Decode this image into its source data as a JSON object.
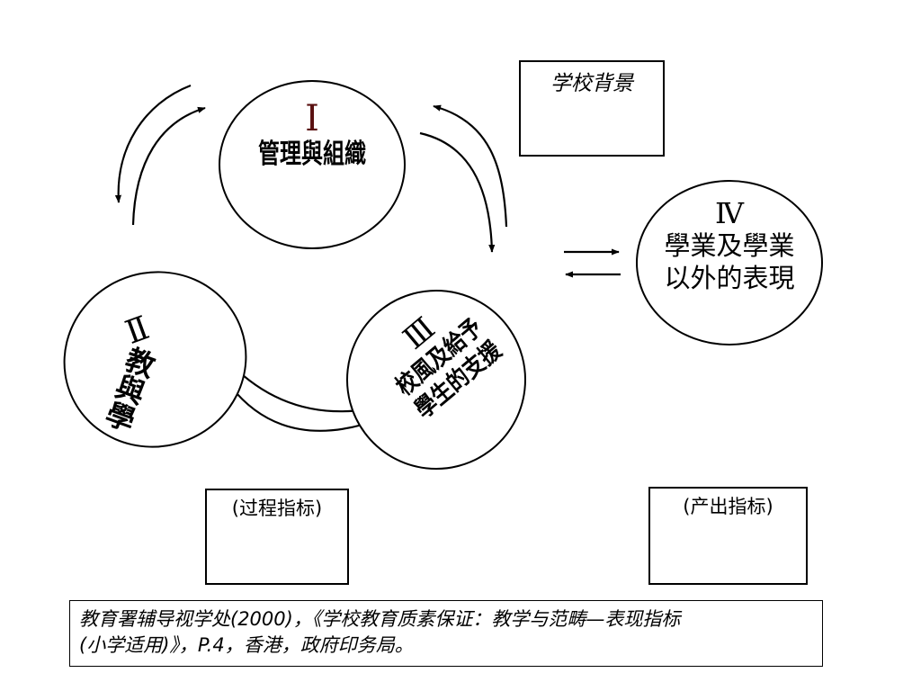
{
  "boxes": {
    "school_background": "学校背景",
    "process_indicator": "(过程指标)",
    "output_indicator": "(产出指标)"
  },
  "domains": {
    "d1": {
      "numeral": "Ⅰ",
      "label": "管理與組織"
    },
    "d2": {
      "numeral": "Ⅱ",
      "label": "教與學"
    },
    "d3": {
      "numeral": "Ⅲ",
      "line1": "校風及給予",
      "line2": "學生的支援"
    },
    "d4": {
      "numeral": "Ⅳ",
      "line1": "學業及學業",
      "line2": "以外的表現"
    }
  },
  "citation": {
    "line1": "教育署辅导视学处(2000)，《学校教育质素保证：教学与范畴—表现指标",
    "line2": "(小学适用)》，P.4，香港，政府印务局。"
  },
  "colors": {
    "numeral_d1": "#5a1010"
  }
}
